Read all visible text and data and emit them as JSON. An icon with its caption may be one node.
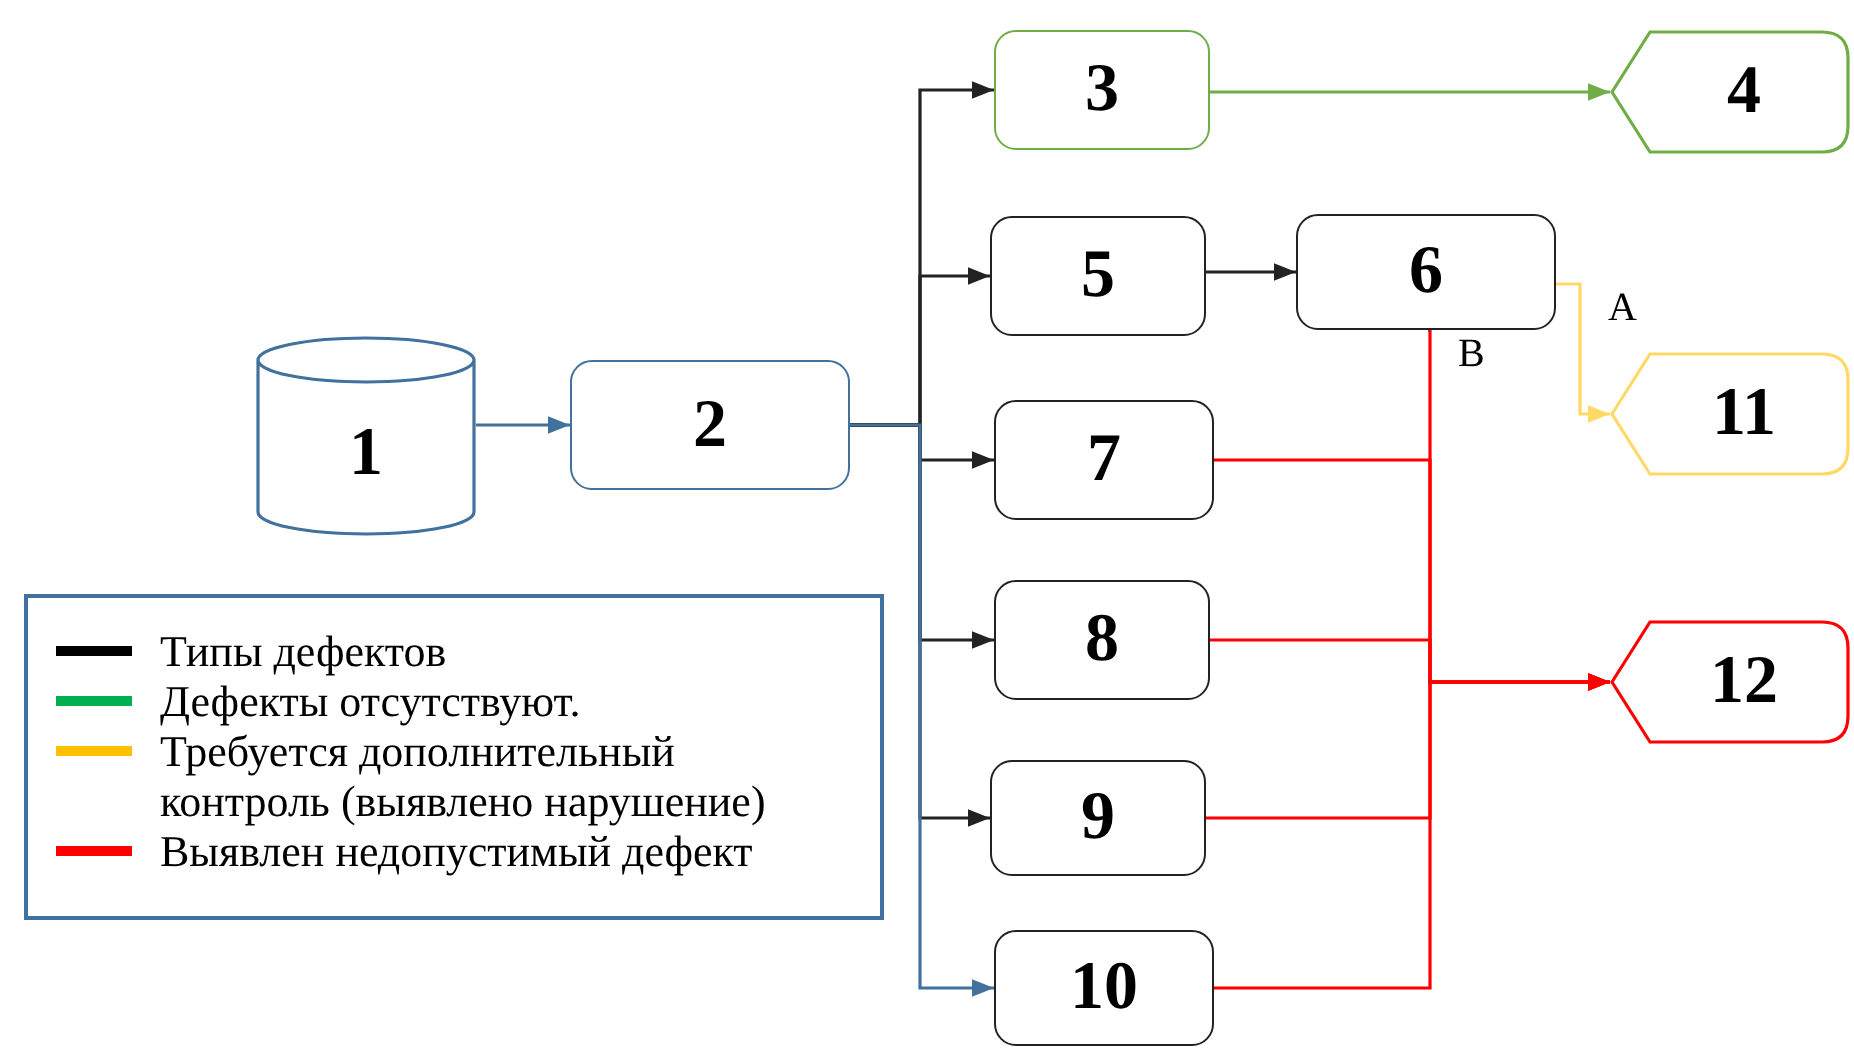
{
  "diagram": {
    "nodes": [
      {
        "text": [
          "1"
        ]
      },
      {
        "text": [
          "2"
        ]
      },
      {
        "text": [
          "3"
        ]
      },
      {
        "text": [
          "4"
        ]
      },
      {
        "text": [
          "5"
        ]
      },
      {
        "text": [
          "6"
        ]
      },
      {
        "text": [
          "7"
        ]
      },
      {
        "text": [
          "8"
        ]
      },
      {
        "text": [
          "9"
        ]
      },
      {
        "text": [
          "10"
        ]
      },
      {
        "text": [
          "11"
        ]
      },
      {
        "text": [
          "12"
        ]
      }
    ],
    "edges": [
      {
        "from": 0,
        "to": 1,
        "arrow": "to",
        "color": "#41719c"
      },
      {
        "from": 1,
        "to": 2,
        "arrow": "to"
      },
      {
        "from": 1,
        "to": 4,
        "arrow": "to"
      },
      {
        "from": 1,
        "to": 6,
        "arrow": "to"
      },
      {
        "from": 1,
        "to": 7,
        "arrow": "to"
      },
      {
        "from": 1,
        "to": 8,
        "arrow": "to"
      },
      {
        "from": 1,
        "to": 9,
        "arrow": "to",
        "color": "#41719c"
      },
      {
        "from": 2,
        "to": 3,
        "arrow": "to",
        "color": "#70ad47"
      },
      {
        "from": 4,
        "to": 5,
        "arrow": "to"
      },
      {
        "from": 5,
        "to": 10,
        "arrow": "to",
        "label": "A",
        "color": "#ffd966"
      },
      {
        "from": 5,
        "to": 11,
        "arrow": "to",
        "label": "B",
        "color": "#ff0000"
      },
      {
        "from": 6,
        "to": 11,
        "arrow": "to",
        "color": "#ff0000"
      },
      {
        "from": 7,
        "to": 11,
        "arrow": "to",
        "color": "#ff0000"
      },
      {
        "from": 8,
        "to": 11,
        "arrow": "to",
        "color": "#ff0000"
      },
      {
        "from": 9,
        "to": 11,
        "arrow": "to",
        "color": "#ff0000"
      }
    ],
    "legend": [
      {
        "text": "Типы дефектов",
        "color": "#000000"
      },
      {
        "text": "Дефекты отсутствуют.",
        "color": "#00b050"
      },
      {
        "text": "Требуется дополнительный контроль (выявлено нарушение)",
        "color": "#ffc000"
      },
      {
        "text": "Выявлен недопустимый дефект",
        "color": "#ff0000"
      }
    ]
  }
}
